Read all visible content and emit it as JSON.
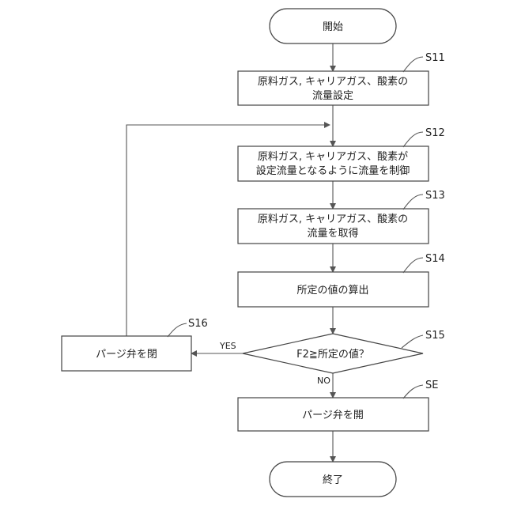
{
  "nodes": {
    "start": {
      "label": "開始"
    },
    "s11": {
      "tag": "S11",
      "line1": "原料ガス, キャリアガス、酸素の",
      "line2": "流量設定"
    },
    "s12": {
      "tag": "S12",
      "line1": "原料ガス, キャリアガス、酸素が",
      "line2": "設定流量となるように流量を制御"
    },
    "s13": {
      "tag": "S13",
      "line1": "原料ガス, キャリアガス、酸素の",
      "line2": "流量を取得"
    },
    "s14": {
      "tag": "S14",
      "label": "所定の値の算出"
    },
    "s15": {
      "tag": "S15",
      "label": "F2≧所定の値？"
    },
    "s16": {
      "tag": "S16",
      "label": "パージ弁を閉"
    },
    "se": {
      "tag": "SE",
      "label": "パージ弁を開"
    },
    "end": {
      "label": "終了"
    }
  },
  "edges": {
    "yes": "YES",
    "no": "NO"
  }
}
